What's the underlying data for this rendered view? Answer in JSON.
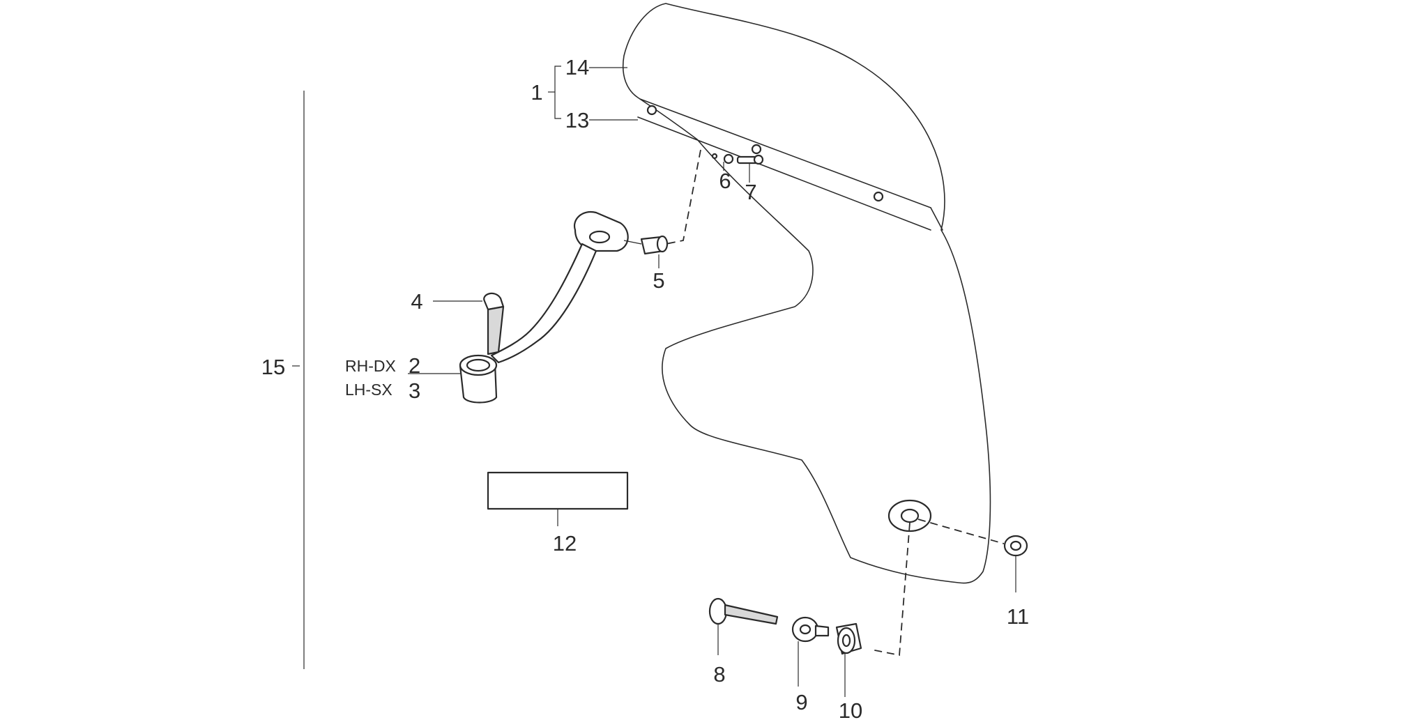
{
  "callouts": {
    "c1": "1",
    "c2": "2",
    "c3": "3",
    "c4": "4",
    "c5": "5",
    "c6": "6",
    "c7": "7",
    "c8": "8",
    "c9": "9",
    "c10": "10",
    "c11": "11",
    "c12": "12",
    "c13": "13",
    "c14": "14",
    "c15": "15"
  },
  "side_labels": {
    "right": "RH-DX",
    "left": "LH-SX"
  }
}
